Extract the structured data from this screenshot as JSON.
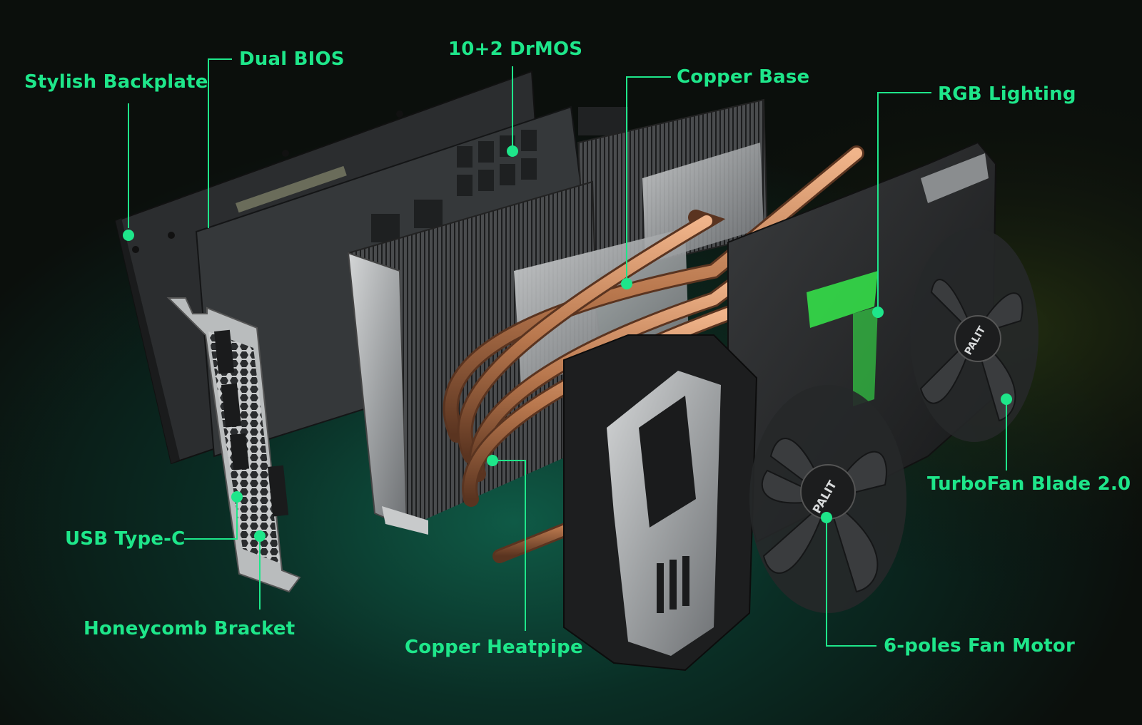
{
  "colors": {
    "accent": "#1ee68a",
    "background": "#0b0f0c",
    "glow": "#0e4a3a",
    "copper": "#b8774d",
    "aluminum": "#b9bcbd",
    "pcb": "#2e3032",
    "rgb": "#35e84a"
  },
  "callouts": {
    "stylish_backplate": "Stylish Backplate",
    "dual_bios": "Dual BIOS",
    "drmos": "10+2 DrMOS",
    "copper_base": "Copper Base",
    "rgb_lighting": "RGB Lighting",
    "turbofan_blade": "TurboFan Blade 2.0",
    "usb_type_c": "USB Type-C",
    "honeycomb_bracket": "Honeycomb Bracket",
    "copper_heatpipe": "Copper Heatpipe",
    "fan_motor": "6-poles Fan Motor"
  },
  "fan_hub_logo": "PALIT"
}
